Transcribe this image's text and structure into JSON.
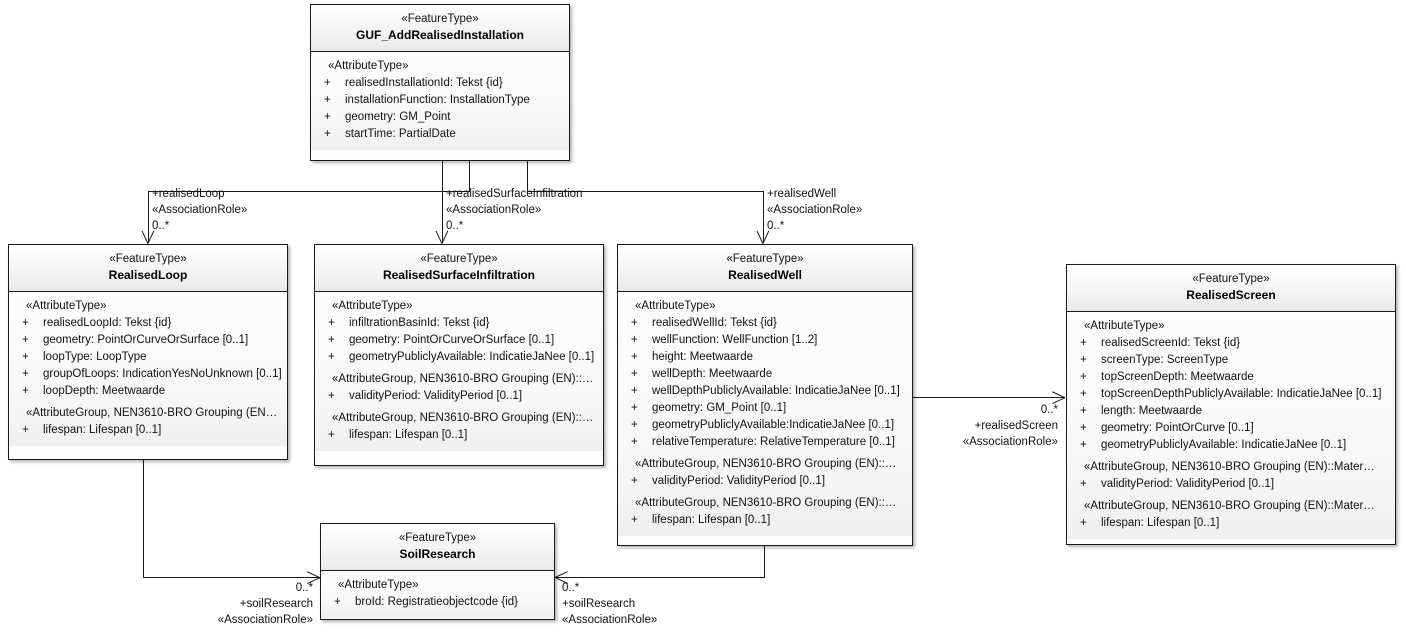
{
  "diagram": {
    "type": "uml-class-diagram",
    "stereotype_feature": "«FeatureType»",
    "stereotype_attribute": "«AttributeType»"
  },
  "classes": {
    "guf": {
      "stereotype": "«FeatureType»",
      "name": "GUF_AddRealisedInstallation",
      "groups": [
        {
          "title": "«AttributeType»",
          "attributes": [
            {
              "vis": "+",
              "text": "realisedInstallationId: Tekst {id}"
            },
            {
              "vis": "+",
              "text": "installationFunction: InstallationType"
            },
            {
              "vis": "+",
              "text": "geometry: GM_Point"
            },
            {
              "vis": "+",
              "text": "startTime: PartialDate"
            }
          ]
        }
      ]
    },
    "realisedLoop": {
      "stereotype": "«FeatureType»",
      "name": "RealisedLoop",
      "groups": [
        {
          "title": "«AttributeType»",
          "attributes": [
            {
              "vis": "+",
              "text": "realisedLoopId: Tekst {id}"
            },
            {
              "vis": "+",
              "text": "geometry: PointOrCurveOrSurface [0..1]"
            },
            {
              "vis": "+",
              "text": "loopType: LoopType"
            },
            {
              "vis": "+",
              "text": "groupOfLoops: IndicationYesNoUnknown [0..1]"
            },
            {
              "vis": "+",
              "text": "loopDepth: Meetwaarde"
            }
          ]
        },
        {
          "title": "«AttributeGroup, NEN3610-BRO Grouping (EN…",
          "attributes": [
            {
              "vis": "+",
              "text": "lifespan: Lifespan [0..1]"
            }
          ]
        }
      ]
    },
    "realisedSurfaceInfiltration": {
      "stereotype": "«FeatureType»",
      "name": "RealisedSurfaceInfiltration",
      "groups": [
        {
          "title": "«AttributeType»",
          "attributes": [
            {
              "vis": "+",
              "text": "infiltrationBasinId: Tekst {id}"
            },
            {
              "vis": "+",
              "text": "geometry: PointOrCurveOrSurface [0..1]"
            },
            {
              "vis": "+",
              "text": "geometryPubliclyAvailable: IndicatieJaNee [0..1]"
            }
          ]
        },
        {
          "title": "«AttributeGroup, NEN3610-BRO Grouping (EN)::…",
          "attributes": [
            {
              "vis": "+",
              "text": "validityPeriod: ValidityPeriod [0..1]"
            }
          ]
        },
        {
          "title": "«AttributeGroup, NEN3610-BRO Grouping (EN)::…",
          "attributes": [
            {
              "vis": "+",
              "text": "lifespan: Lifespan [0..1]"
            }
          ]
        }
      ]
    },
    "realisedWell": {
      "stereotype": "«FeatureType»",
      "name": "RealisedWell",
      "groups": [
        {
          "title": "«AttributeType»",
          "attributes": [
            {
              "vis": "+",
              "text": "realisedWellId: Tekst {id}"
            },
            {
              "vis": "+",
              "text": "wellFunction: WellFunction [1..2]"
            },
            {
              "vis": "+",
              "text": "height: Meetwaarde"
            },
            {
              "vis": "+",
              "text": "wellDepth: Meetwaarde"
            },
            {
              "vis": "+",
              "text": "wellDepthPubliclyAvailable: IndicatieJaNee [0..1]"
            },
            {
              "vis": "+",
              "text": "geometry: GM_Point [0..1]"
            },
            {
              "vis": "+",
              "text": "geometryPubliclyAvailable:IndicatieJaNee [0..1]"
            },
            {
              "vis": "+",
              "text": "relativeTemperature: RelativeTemperature [0..1]"
            }
          ]
        },
        {
          "title": "«AttributeGroup, NEN3610-BRO Grouping (EN)::…",
          "attributes": [
            {
              "vis": "+",
              "text": "validityPeriod: ValidityPeriod [0..1]"
            }
          ]
        },
        {
          "title": "«AttributeGroup, NEN3610-BRO Grouping (EN)::…",
          "attributes": [
            {
              "vis": "+",
              "text": "lifespan: Lifespan [0..1]"
            }
          ]
        }
      ]
    },
    "realisedScreen": {
      "stereotype": "«FeatureType»",
      "name": "RealisedScreen",
      "groups": [
        {
          "title": "«AttributeType»",
          "attributes": [
            {
              "vis": "+",
              "text": "realisedScreenId: Tekst {id}"
            },
            {
              "vis": "+",
              "text": "screenType: ScreenType"
            },
            {
              "vis": "+",
              "text": "topScreenDepth: Meetwaarde"
            },
            {
              "vis": "+",
              "text": "topScreenDepthPubliclyAvailable: IndicatieJaNee [0..1]"
            },
            {
              "vis": "+",
              "text": "length: Meetwaarde"
            },
            {
              "vis": "+",
              "text": "geometry: PointOrCurve [0..1]"
            },
            {
              "vis": "+",
              "text": "geometryPubliclyAvailable: IndicatieJaNee [0..1]"
            }
          ]
        },
        {
          "title": "«AttributeGroup, NEN3610-BRO Grouping (EN)::Mater…",
          "attributes": [
            {
              "vis": "+",
              "text": "validityPeriod: ValidityPeriod [0..1]"
            }
          ]
        },
        {
          "title": "«AttributeGroup, NEN3610-BRO Grouping (EN)::Mater…",
          "attributes": [
            {
              "vis": "+",
              "text": "lifespan: Lifespan [0..1]"
            }
          ]
        }
      ]
    },
    "soilResearch": {
      "stereotype": "«FeatureType»",
      "name": "SoilResearch",
      "groups": [
        {
          "title": "«AttributeType»",
          "attributes": [
            {
              "vis": "+",
              "text": "broId: Registratieobjectcode {id}"
            }
          ]
        }
      ]
    }
  },
  "associations": {
    "realisedLoop": {
      "role": "+realisedLoop",
      "stereotype": "«AssociationRole»",
      "multiplicity": "0..*"
    },
    "realisedSurfaceInfiltration": {
      "role": "+realisedSurfaceInfiltration",
      "stereotype": "«AssociationRole»",
      "multiplicity": "0..*"
    },
    "realisedWell": {
      "role": "+realisedWell",
      "stereotype": "«AssociationRole»",
      "multiplicity": "0..*"
    },
    "realisedScreen": {
      "role": "+realisedScreen",
      "stereotype": "«AssociationRole»",
      "multiplicity": "0..*"
    },
    "soilResearchLeft": {
      "role": "+soilResearch",
      "stereotype": "«AssociationRole»",
      "multiplicity": "0..*"
    },
    "soilResearchRight": {
      "role": "+soilResearch",
      "stereotype": "«AssociationRole»",
      "multiplicity": "0..*"
    }
  }
}
